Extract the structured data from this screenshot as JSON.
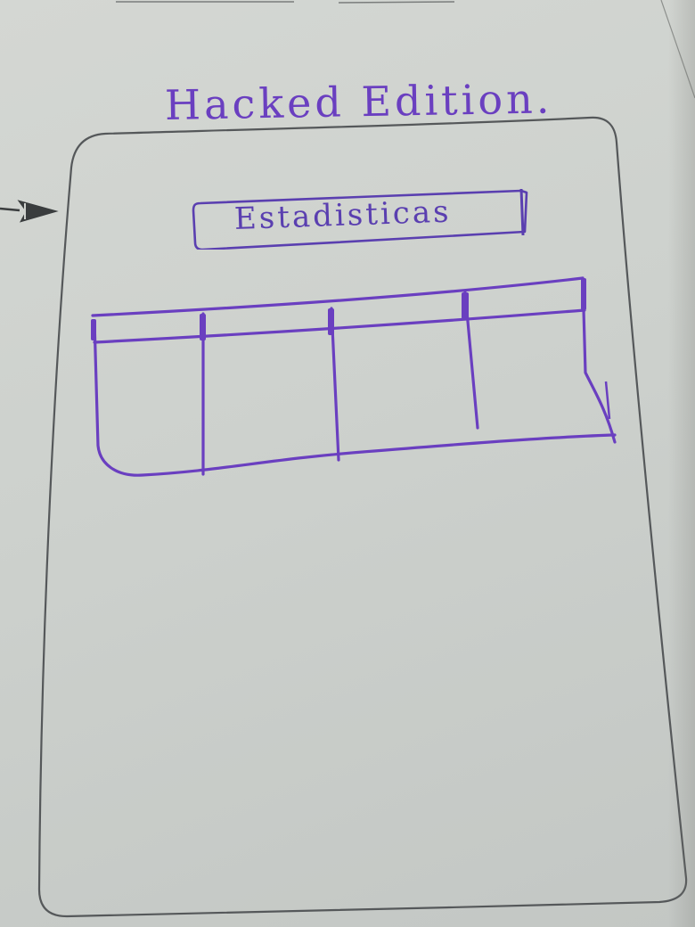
{
  "header": {
    "title": "Hacked Edition."
  },
  "main": {
    "stats_button_label": "Estadisticas",
    "table": {
      "columns": 5,
      "header_cells": [
        "",
        "",
        "",
        "",
        ""
      ],
      "body_cells": [
        "",
        "",
        "",
        "",
        ""
      ]
    }
  },
  "colors": {
    "ink": "#6a3fc0",
    "pencil": "#55585a",
    "paper": "#d0d3cf"
  },
  "icons": {
    "pointer": "arrow-right-icon"
  }
}
